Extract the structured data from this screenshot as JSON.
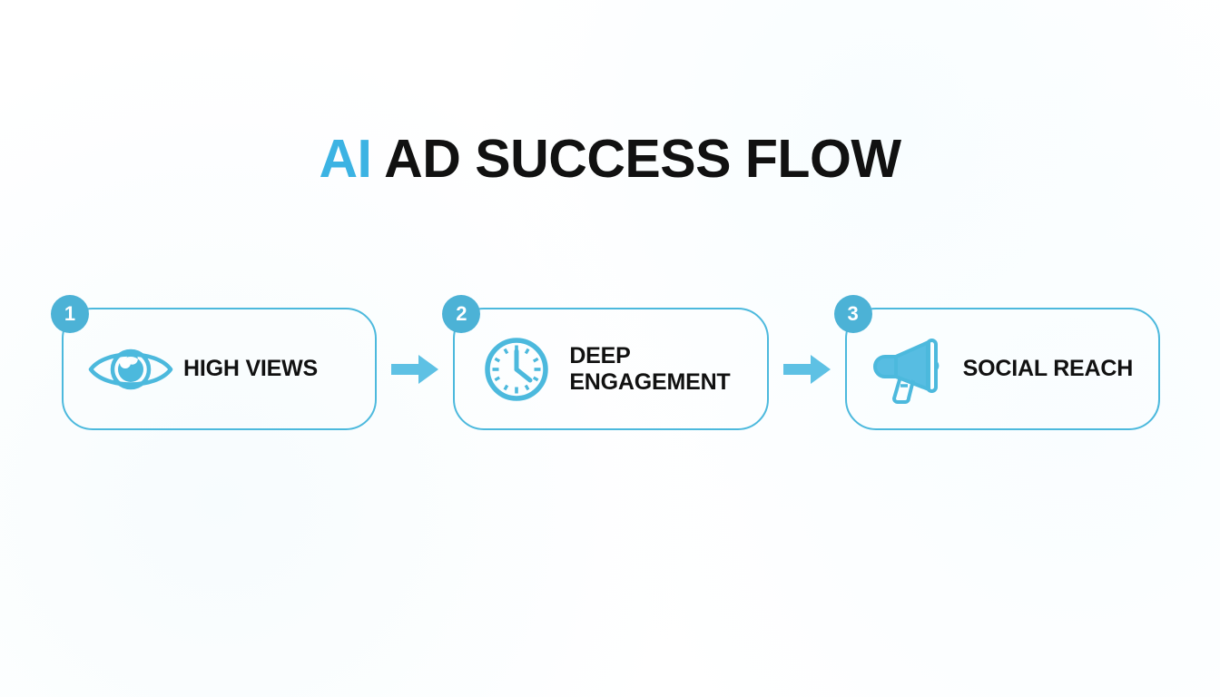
{
  "slide": {
    "background_color": "#ffffff",
    "accent_color": "#3cb3e3",
    "outline_color": "#4cb9dd",
    "badge_color": "#4cb2d6",
    "text_color": "#111111"
  },
  "title": {
    "accent_text": "AI",
    "rest_text": " AD SUCCESS FLOW",
    "full_text": "AI AD SUCCESS FLOW"
  },
  "flow": {
    "steps": [
      {
        "number": "1",
        "label": "HIGH VIEWS",
        "icon": "eye-icon"
      },
      {
        "number": "2",
        "label": "DEEP\nENGAGEMENT",
        "icon": "clock-icon"
      },
      {
        "number": "3",
        "label": "SOCIAL REACH",
        "icon": "megaphone-icon"
      }
    ],
    "connectors": [
      {
        "icon": "arrow-right-icon"
      },
      {
        "icon": "arrow-right-icon"
      }
    ]
  }
}
